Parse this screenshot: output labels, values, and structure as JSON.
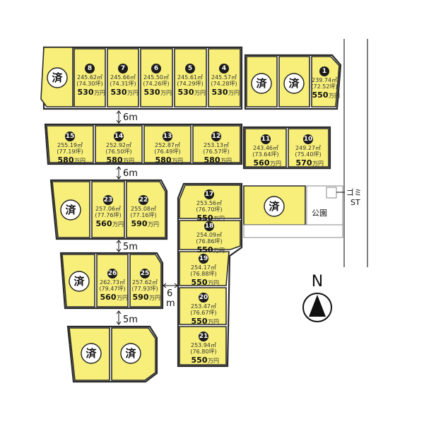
{
  "sold_mark": "済",
  "lots": [
    {
      "id": "lot-1",
      "number": "1",
      "area": "239.74㎡",
      "tsubo": "(72.52坪)",
      "price": "550",
      "unit": "万円"
    },
    {
      "id": "lot-4",
      "number": "4",
      "area": "245.57㎡",
      "tsubo": "(74.28坪)",
      "price": "530",
      "unit": "万円"
    },
    {
      "id": "lot-5",
      "number": "5",
      "area": "245.61㎡",
      "tsubo": "(74.29坪)",
      "price": "530",
      "unit": "万円"
    },
    {
      "id": "lot-6",
      "number": "6",
      "area": "245.50㎡",
      "tsubo": "(74.26坪)",
      "price": "530",
      "unit": "万円"
    },
    {
      "id": "lot-7",
      "number": "7",
      "area": "245.66㎡",
      "tsubo": "(74.31坪)",
      "price": "530",
      "unit": "万円"
    },
    {
      "id": "lot-8",
      "number": "8",
      "area": "245.62㎡",
      "tsubo": "(74.30坪)",
      "price": "530",
      "unit": "万円"
    },
    {
      "id": "lot-10",
      "number": "10",
      "area": "249.27㎡",
      "tsubo": "(75.40坪)",
      "price": "570",
      "unit": "万円"
    },
    {
      "id": "lot-11",
      "number": "11",
      "area": "243.46㎡",
      "tsubo": "(73.64坪)",
      "price": "560",
      "unit": "万円"
    },
    {
      "id": "lot-12",
      "number": "12",
      "area": "253.13㎡",
      "tsubo": "(76.57坪)",
      "price": "580",
      "unit": "万円"
    },
    {
      "id": "lot-13",
      "number": "13",
      "area": "252.87㎡",
      "tsubo": "(76.49坪)",
      "price": "580",
      "unit": "万円"
    },
    {
      "id": "lot-14",
      "number": "14",
      "area": "252.92㎡",
      "tsubo": "(76.50坪)",
      "price": "580",
      "unit": "万円"
    },
    {
      "id": "lot-15",
      "number": "15",
      "area": "255.19㎡",
      "tsubo": "(77.19坪)",
      "price": "580",
      "unit": "万円"
    },
    {
      "id": "lot-17",
      "number": "17",
      "area": "253.56㎡",
      "tsubo": "(76.70坪)",
      "price": "550",
      "unit": "万円"
    },
    {
      "id": "lot-18",
      "number": "18",
      "area": "254.09㎡",
      "tsubo": "(76.86坪)",
      "price": "550",
      "unit": "万円"
    },
    {
      "id": "lot-19",
      "number": "19",
      "area": "254.17㎡",
      "tsubo": "(76.88坪)",
      "price": "550",
      "unit": "万円"
    },
    {
      "id": "lot-20",
      "number": "20",
      "area": "253.47㎡",
      "tsubo": "(76.67坪)",
      "price": "550",
      "unit": "万円"
    },
    {
      "id": "lot-21",
      "number": "21",
      "area": "253.94㎡",
      "tsubo": "(76.80坪)",
      "price": "550",
      "unit": "万円"
    },
    {
      "id": "lot-22",
      "number": "22",
      "area": "255.08㎡",
      "tsubo": "(77.16坪)",
      "price": "590",
      "unit": "万円"
    },
    {
      "id": "lot-23",
      "number": "23",
      "area": "257.06㎡",
      "tsubo": "(77.76坪)",
      "price": "560",
      "unit": "万円"
    },
    {
      "id": "lot-25",
      "number": "25",
      "area": "257.62㎡",
      "tsubo": "(77.93坪)",
      "price": "590",
      "unit": "万円"
    },
    {
      "id": "lot-26",
      "number": "26",
      "area": "262.73㎡",
      "tsubo": "(79.47坪)",
      "price": "560",
      "unit": "万円"
    }
  ],
  "roads": {
    "road_6m_a": "6m",
    "road_6m_b": "6m",
    "road_5m_a": "5m",
    "road_5m_b": "5m",
    "road_6m_vertical": "6",
    "road_6m_vertical_unit": "m"
  },
  "labels": {
    "garbage_station": "ゴミ",
    "garbage_station_2": "ST",
    "park": "公園",
    "north": "N"
  },
  "colors": {
    "lot_fill": "#f7ef7a",
    "outline": "#2b2b2b"
  }
}
